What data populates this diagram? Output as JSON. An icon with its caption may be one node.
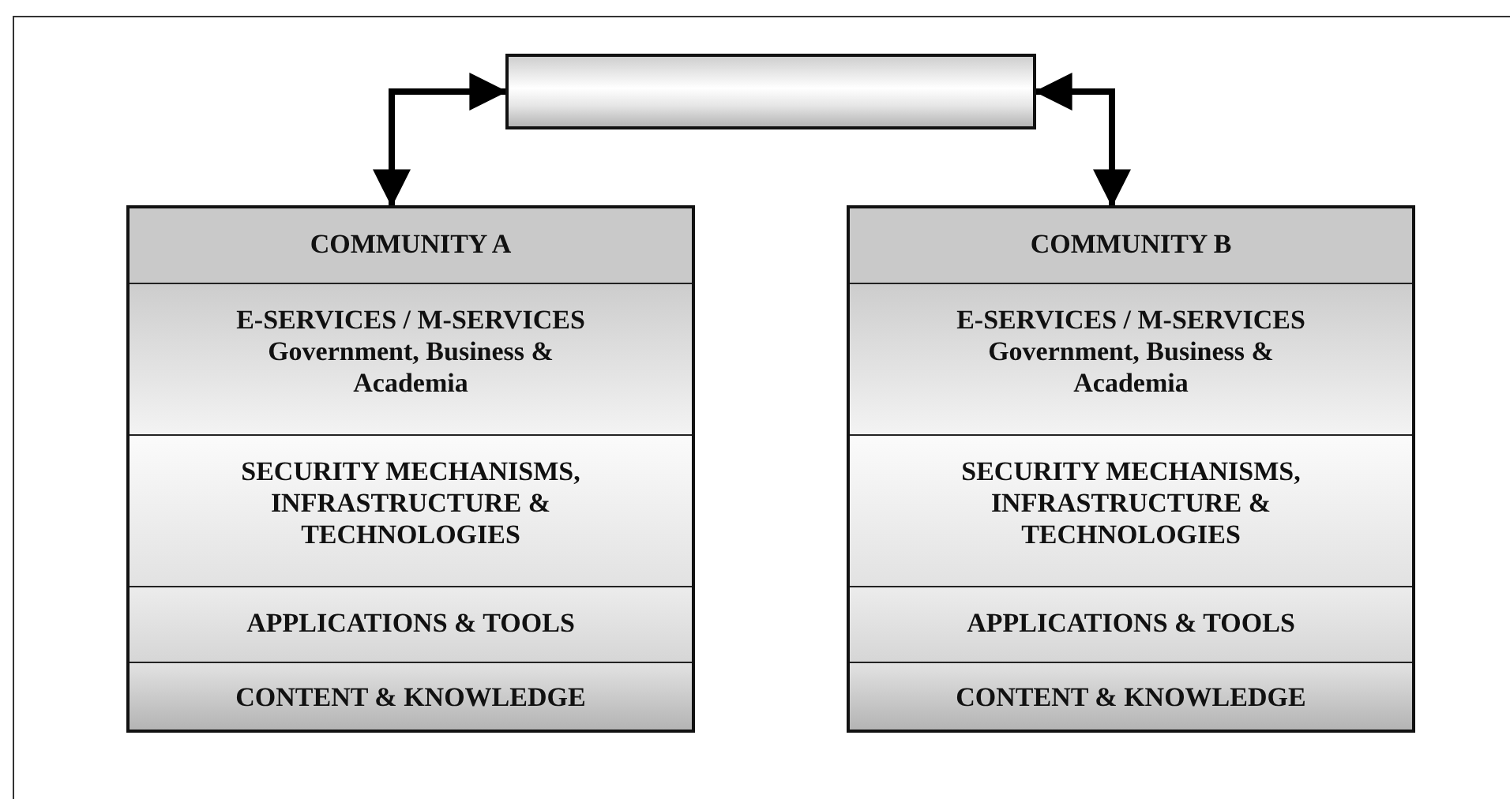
{
  "diagram": {
    "nodes": [
      {
        "text": [],
        "shape": "box"
      },
      {
        "text": [
          "COMMUNITY A"
        ]
      },
      {
        "text": [
          "E-SERVICES / M-SERVICES",
          "Government, Business & Academia"
        ],
        "in": 1
      },
      {
        "text": [
          "SECURITY MECHANISMS, INFRASTRUCTURE & TECHNOLOGIES"
        ],
        "in": 1
      },
      {
        "text": [
          "APPLICATIONS & TOOLS"
        ],
        "in": 1
      },
      {
        "text": [
          "CONTENT & KNOWLEDGE"
        ],
        "in": 1
      },
      {
        "text": [
          "COMMUNITY B"
        ]
      },
      {
        "text": [
          "E-SERVICES / M-SERVICES",
          "Government, Business & Academia"
        ],
        "in": 6
      },
      {
        "text": [
          "SECURITY MECHANISMS, INFRASTRUCTURE & TECHNOLOGIES"
        ],
        "in": 6
      },
      {
        "text": [
          "APPLICATIONS & TOOLS"
        ],
        "in": 6
      },
      {
        "text": [
          "CONTENT & KNOWLEDGE"
        ],
        "in": 6
      }
    ],
    "edges": [
      {
        "from": 0,
        "to": 1,
        "arrow": "both"
      },
      {
        "from": 0,
        "to": 6,
        "arrow": "both"
      }
    ]
  }
}
